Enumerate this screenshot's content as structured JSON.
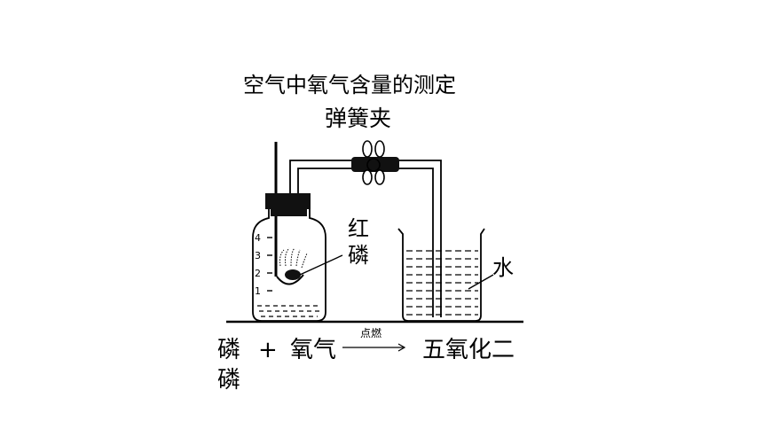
{
  "title": "空气中氧气含量的测定",
  "labels": {
    "clamp": "弹簧夹",
    "phosphorus_line1": "红",
    "phosphorus_line2": "磷",
    "water": "水"
  },
  "scale": {
    "ticks": [
      "1",
      "2",
      "3",
      "4"
    ]
  },
  "equation": {
    "reactant1": "磷",
    "plus": "+",
    "reactant2": "氧气",
    "condition": "点燃",
    "product": "五氧化二",
    "continuation": "磷"
  }
}
